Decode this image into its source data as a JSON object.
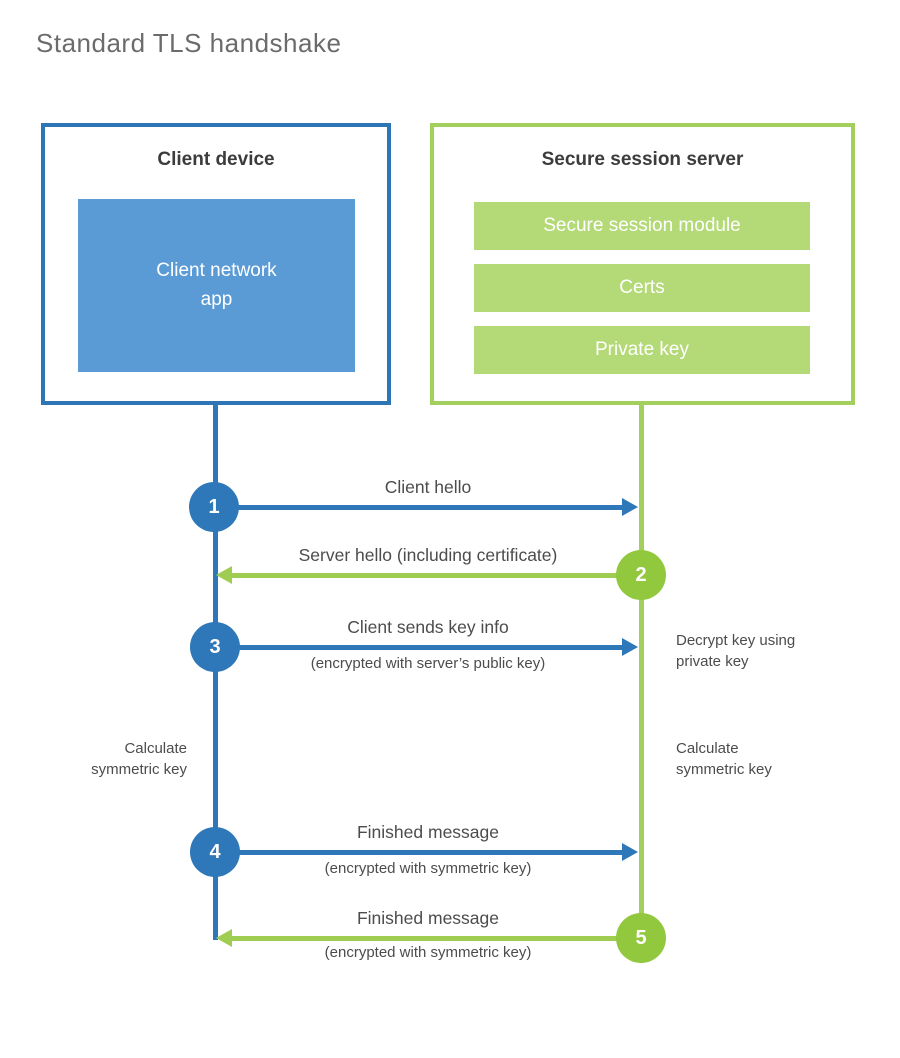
{
  "title": "Standard TLS handshake",
  "client": {
    "heading": "Client device",
    "app": "Client network\napp"
  },
  "server": {
    "heading": "Secure session server",
    "modules": [
      "Secure session module",
      "Certs",
      "Private key"
    ]
  },
  "steps": [
    {
      "num": "1",
      "label": "Client hello"
    },
    {
      "num": "2",
      "label": "Server hello (including certificate)"
    },
    {
      "num": "3",
      "label": "Client sends key info",
      "sub": "(encrypted with server’s public key)"
    },
    {
      "num": "4",
      "label": "Finished message",
      "sub": "(encrypted with symmetric key)"
    },
    {
      "num": "5",
      "label": "Finished message",
      "sub": "(encrypted with symmetric key)"
    }
  ],
  "annotations": {
    "decrypt_key": "Decrypt key using\nprivate key",
    "calculate_left": "Calculate\nsymmetric key",
    "calculate_right": "Calculate\nsymmetric key"
  },
  "colors": {
    "blue": "#2e77b8",
    "blue_fill": "#5b9bd5",
    "green_line": "#a3d05c",
    "green_fill": "#b4d977",
    "green_circle": "#92c83e"
  }
}
